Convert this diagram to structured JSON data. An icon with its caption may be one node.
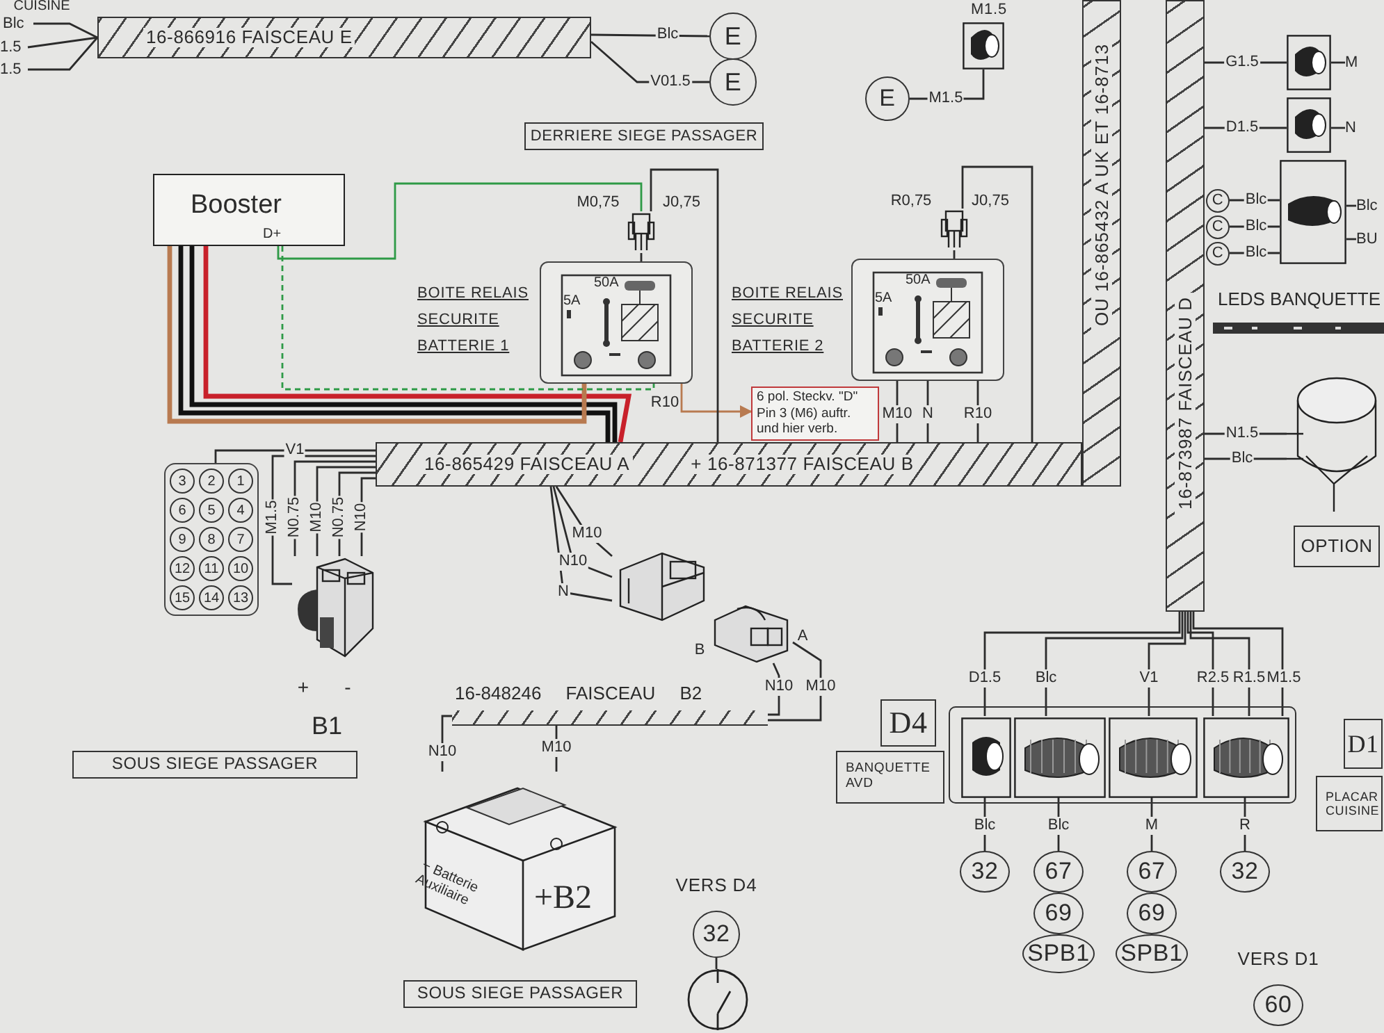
{
  "diagram": {
    "nodes": [
      {
        "text": [
          "Booster",
          "D+"
        ]
      },
      {
        "text": [
          "16-866916 FAISCEAU E"
        ]
      },
      {
        "text": [
          "E"
        ]
      },
      {
        "text": [
          "E"
        ]
      },
      {
        "text": [
          "DERRIERE SIEGE PASSAGER"
        ]
      },
      {
        "text": [
          "5A",
          "50A"
        ],
        "beside": [
          "BOITE RELAIS SECURITE BATTERIE 1"
        ]
      },
      {
        "text": [],
        "shape": "picture"
      },
      {
        "text": [
          "5A",
          "50A"
        ],
        "beside": [
          "BOITE RELAIS SECURITE BATTERIE 2"
        ]
      },
      {
        "text": [],
        "shape": "picture"
      },
      {
        "text": [
          "6 pol. Steckv. \"D\" Pin 3 (M6) auftr. und hier verb."
        ]
      },
      {
        "text": [
          "16-865429 FAISCEAU A",
          "+ 16-871377 FAISCEAU B"
        ]
      },
      {
        "text": [
          "OU 16-865432 A UK ET 16-8713"
        ]
      },
      {
        "text": [
          "16-873987 FAISCEAU D"
        ]
      },
      {
        "text": [
          "3",
          "2",
          "1",
          "6",
          "5",
          "4",
          "9",
          "8",
          "7",
          "12",
          "11",
          "10",
          "15",
          "14",
          "13"
        ]
      },
      {
        "text": [],
        "shape": "picture"
      },
      {
        "text": [],
        "shape": "picture"
      },
      {
        "text": [],
        "shape": "picture"
      },
      {
        "text": [
          "16-848246 FAISCEAU B2"
        ]
      },
      {
        "text": [
          "− Batterie Auxiliaire",
          "+B2"
        ]
      },
      {
        "text": [
          "SOUS SIEGE PASSAGER"
        ]
      },
      {
        "text": [
          "SOUS SIEGE PASSAGER"
        ]
      },
      {
        "text": [
          "32"
        ],
        "beside": [
          "VERS D4"
        ]
      },
      {
        "text": [],
        "shape": "circle"
      },
      {
        "text": [
          "D4"
        ]
      },
      {
        "text": [
          "BANQUETTE AVD"
        ]
      },
      {
        "text": [],
        "shape": "box"
      },
      {
        "text": [],
        "shape": "picture",
        "in": 25
      },
      {
        "text": [],
        "shape": "picture",
        "in": 25
      },
      {
        "text": [],
        "shape": "picture",
        "in": 25
      },
      {
        "text": [],
        "shape": "picture",
        "in": 25
      },
      {
        "text": [
          "32"
        ]
      },
      {
        "text": [
          "67"
        ]
      },
      {
        "text": [
          "69"
        ]
      },
      {
        "text": [
          "SPB1"
        ]
      },
      {
        "text": [
          "67"
        ]
      },
      {
        "text": [
          "69"
        ]
      },
      {
        "text": [
          "SPB1"
        ]
      },
      {
        "text": [
          "32"
        ]
      },
      {
        "text": [
          "60"
        ],
        "beside": [
          "VERS D1"
        ]
      },
      {
        "text": [
          "E"
        ]
      },
      {
        "text": [],
        "shape": "picture",
        "beside": [
          "M1.5"
        ]
      },
      {
        "text": [],
        "shape": "picture"
      },
      {
        "text": [],
        "shape": "picture"
      },
      {
        "text": [],
        "shape": "picture"
      },
      {
        "text": [
          "C"
        ]
      },
      {
        "text": [
          "C"
        ]
      },
      {
        "text": [
          "C"
        ]
      },
      {
        "text": [],
        "shape": "picture"
      },
      {
        "text": [
          "OPTION"
        ]
      },
      {
        "text": [
          "D1"
        ]
      },
      {
        "text": [
          "PLACAR CUISINE"
        ]
      },
      {
        "text": [
          "Blc"
        ]
      },
      {
        "text": [
          "1.5"
        ]
      },
      {
        "text": [
          "1.5"
        ]
      },
      {
        "text": [
          "M"
        ]
      },
      {
        "text": [
          "N"
        ]
      },
      {
        "text": [
          "Blc"
        ]
      },
      {
        "text": [
          "BU"
        ]
      }
    ],
    "edges": [
      {
        "from": 1,
        "to": 2,
        "arrow": "none",
        "label": "Blc"
      },
      {
        "from": 1,
        "to": 3,
        "arrow": "none",
        "label": "V01.5"
      },
      {
        "from": 0,
        "to": 10,
        "arrow": "none",
        "style": "thick",
        "color": "#c8202a"
      },
      {
        "from": 0,
        "to": 10,
        "arrow": "none",
        "style": "thick",
        "color": "#111111"
      },
      {
        "from": 0,
        "to": 10,
        "arrow": "none",
        "style": "thick",
        "color": "#111111"
      },
      {
        "from": 0,
        "to": 5,
        "arrow": "none",
        "style": "thick",
        "color": "#b87a50"
      },
      {
        "from": 0,
        "to": 6,
        "arrow": "none",
        "color": "#2e9a46"
      },
      {
        "from": 0,
        "to": 5,
        "arrow": "none",
        "style": "dashed",
        "color": "#2e9a46"
      },
      {
        "from": 5,
        "to": 9,
        "arrow": "to",
        "color": "#b87a50"
      },
      {
        "from": 6,
        "to": 5,
        "arrow": "none"
      },
      {
        "from": 6,
        "to": 10,
        "arrow": "none"
      },
      {
        "from": 8,
        "to": 7,
        "arrow": "none"
      },
      {
        "from": 8,
        "to": 10,
        "arrow": "none"
      },
      {
        "from": 7,
        "to": 10,
        "arrow": "none",
        "label": "M10"
      },
      {
        "from": 7,
        "to": 10,
        "arrow": "none",
        "label": "N"
      },
      {
        "from": 7,
        "to": 10,
        "arrow": "none",
        "label": "R10"
      },
      {
        "from": 10,
        "to": 13,
        "arrow": "none",
        "label": "V1"
      },
      {
        "from": 10,
        "to": 14,
        "arrow": "none",
        "label": "M1.5"
      },
      {
        "from": 10,
        "to": 14,
        "arrow": "none",
        "label": "N0.75"
      },
      {
        "from": 10,
        "to": 14,
        "arrow": "none",
        "label": "M10"
      },
      {
        "from": 10,
        "to": 14,
        "arrow": "none",
        "label": "N0.75"
      },
      {
        "from": 10,
        "to": 14,
        "arrow": "none",
        "label": "N10"
      },
      {
        "from": 10,
        "to": 15,
        "arrow": "none",
        "label": "M10"
      },
      {
        "from": 10,
        "to": 15,
        "arrow": "none",
        "label": "N10"
      },
      {
        "from": 10,
        "to": 15,
        "arrow": "none",
        "label": "N"
      },
      {
        "from": 16,
        "to": 17,
        "arrow": "none",
        "label": "N10"
      },
      {
        "from": 16,
        "to": 17,
        "arrow": "none",
        "label": "M10"
      },
      {
        "from": 17,
        "to": 18,
        "arrow": "none",
        "label": "N10"
      },
      {
        "from": 17,
        "to": 18,
        "arrow": "none",
        "label": "M10"
      },
      {
        "from": 21,
        "to": 22,
        "arrow": "none"
      },
      {
        "from": 12,
        "to": 26,
        "arrow": "none",
        "label": "D1.5"
      },
      {
        "from": 12,
        "to": 27,
        "arrow": "none",
        "label": "Blc"
      },
      {
        "from": 12,
        "to": 28,
        "arrow": "none",
        "label": "V1"
      },
      {
        "from": 12,
        "to": 29,
        "arrow": "none",
        "label": "R2.5"
      },
      {
        "from": 12,
        "to": 29,
        "arrow": "none",
        "label": "R1.5"
      },
      {
        "from": 12,
        "to": 29,
        "arrow": "none",
        "label": "M1.5"
      },
      {
        "from": 26,
        "to": 30,
        "arrow": "none",
        "label": "Blc"
      },
      {
        "from": 27,
        "to": 31,
        "arrow": "none",
        "label": "Blc"
      },
      {
        "from": 28,
        "to": 34,
        "arrow": "none",
        "label": "M"
      },
      {
        "from": 29,
        "to": 37,
        "arrow": "none",
        "label": "R"
      },
      {
        "from": 39,
        "to": 40,
        "arrow": "none",
        "label": "M1.5"
      },
      {
        "from": 12,
        "to": 41,
        "arrow": "none",
        "label": "G1.5"
      },
      {
        "from": 12,
        "to": 42,
        "arrow": "none",
        "label": "D1.5"
      },
      {
        "from": 44,
        "to": 43,
        "arrow": "none",
        "label": "Blc"
      },
      {
        "from": 45,
        "to": 43,
        "arrow": "none",
        "label": "Blc"
      },
      {
        "from": 46,
        "to": 43,
        "arrow": "none",
        "label": "Blc"
      },
      {
        "from": 12,
        "to": 47,
        "arrow": "none",
        "label": "N1.5"
      },
      {
        "from": 12,
        "to": 47,
        "arrow": "none",
        "label": "Blc"
      },
      {
        "from": 51,
        "to": 1,
        "arrow": "none"
      },
      {
        "from": 52,
        "to": 1,
        "arrow": "none"
      },
      {
        "from": 53,
        "to": 1,
        "arrow": "none"
      },
      {
        "from": 41,
        "to": 54,
        "arrow": "none"
      },
      {
        "from": 42,
        "to": 55,
        "arrow": "none"
      },
      {
        "from": 43,
        "to": 56,
        "arrow": "none"
      },
      {
        "from": 43,
        "to": 57,
        "arrow": "none"
      }
    ],
    "labels": [
      "CUISINE",
      "M0,75",
      "J0,75",
      "R10",
      "R0,75",
      "J0,75",
      "LEDS BANQUETTE",
      "+",
      "-",
      "B1",
      "A",
      "B"
    ]
  }
}
